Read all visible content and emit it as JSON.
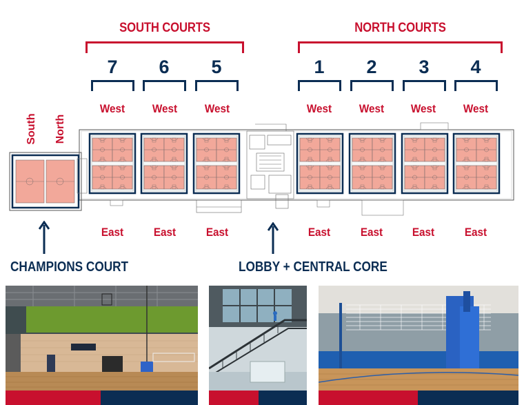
{
  "groups": {
    "south": "SOUTH COURTS",
    "north": "NORTH COURTS"
  },
  "courts": {
    "c7": "7",
    "c6": "6",
    "c5": "5",
    "c1": "1",
    "c2": "2",
    "c3": "3",
    "c4": "4"
  },
  "sides": {
    "west": "West",
    "east": "East",
    "south": "South",
    "north": "North"
  },
  "sections": {
    "champions": "CHAMPIONS COURT",
    "lobby": "LOBBY + CENTRAL CORE"
  },
  "colors": {
    "brand_red": "#c8102e",
    "brand_blue": "#0b2d53",
    "court_fill": "#f2a89a"
  },
  "icons": {
    "arrow": "arrow-up-icon"
  }
}
